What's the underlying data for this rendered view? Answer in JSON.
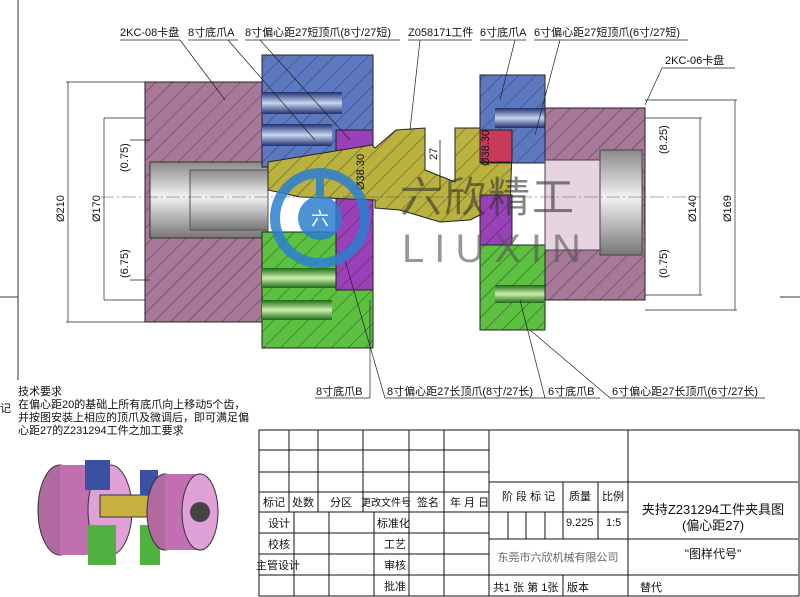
{
  "callouts": {
    "top": [
      "2KC-08卡盘",
      "8寸底爪A",
      "8寸偏心距27短顶爪(8寸/27短)",
      "Z058171工件",
      "6寸底爪A",
      "6寸偏心距27短顶爪(6寸/27短)",
      "2KC-06卡盘"
    ],
    "bottom": [
      "8寸底爪B",
      "8寸偏心距27长顶爪(8寸/27长)",
      "6寸底爪B",
      "6寸偏心距27长顶爪(6寸/27长)"
    ]
  },
  "dimensions": {
    "left_outer": "Ø210",
    "left_inner": "Ø170",
    "left_top_offset": "(0.75)",
    "left_bottom_offset": "(6.75)",
    "work_left": "Ø38.30",
    "work_right": "Ø38.30",
    "eccentric": "27",
    "right_inner": "Ø140",
    "right_outer": "Ø169",
    "right_top_offset": "(8.25)",
    "right_bottom_offset": "(0.75)"
  },
  "watermark": {
    "logo_char": "六",
    "cn": "六欣精工",
    "en": "LIUXIN"
  },
  "notes": {
    "title": "技术要求",
    "lines": [
      "在偏心距20的基础上所有底爪向上移动5个齿，",
      "并按图安装上相应的顶爪及微调后，即可满足偏",
      "心距27的Z231294工件之加工要求"
    ],
    "edge_char": "记"
  },
  "title_block": {
    "rev_headers": [
      "标记",
      "处数",
      "分区",
      "更改文件号",
      "签名",
      "年 月 日"
    ],
    "roles": [
      "设计",
      "校核",
      "主管设计",
      ""
    ],
    "roles2": [
      "标准化",
      "工艺",
      "审核",
      "批准"
    ],
    "stage_label": "阶 段 标 记",
    "mass_label": "质量",
    "scale_label": "比例",
    "mass": "9.225",
    "scale": "1:5",
    "drawing_title_1": "夹持Z231294工件夹具图",
    "drawing_title_2": "(偏心距27)",
    "company": "东莞市六欣机械有限公司",
    "drawing_code": "\"图样代号\"",
    "sheets": "共1 张   第 1张",
    "version_label": "版本",
    "replace_label": "替代"
  },
  "colors": {
    "chuck": "#a87898",
    "jaw_top": "#5b78c0",
    "jaw_bottom": "#5cc040",
    "jaw_accent": "#9a40b8",
    "jaw_red": "#c83a5a",
    "workpiece": "#bab23e",
    "watermark": "#2c7fd0"
  }
}
